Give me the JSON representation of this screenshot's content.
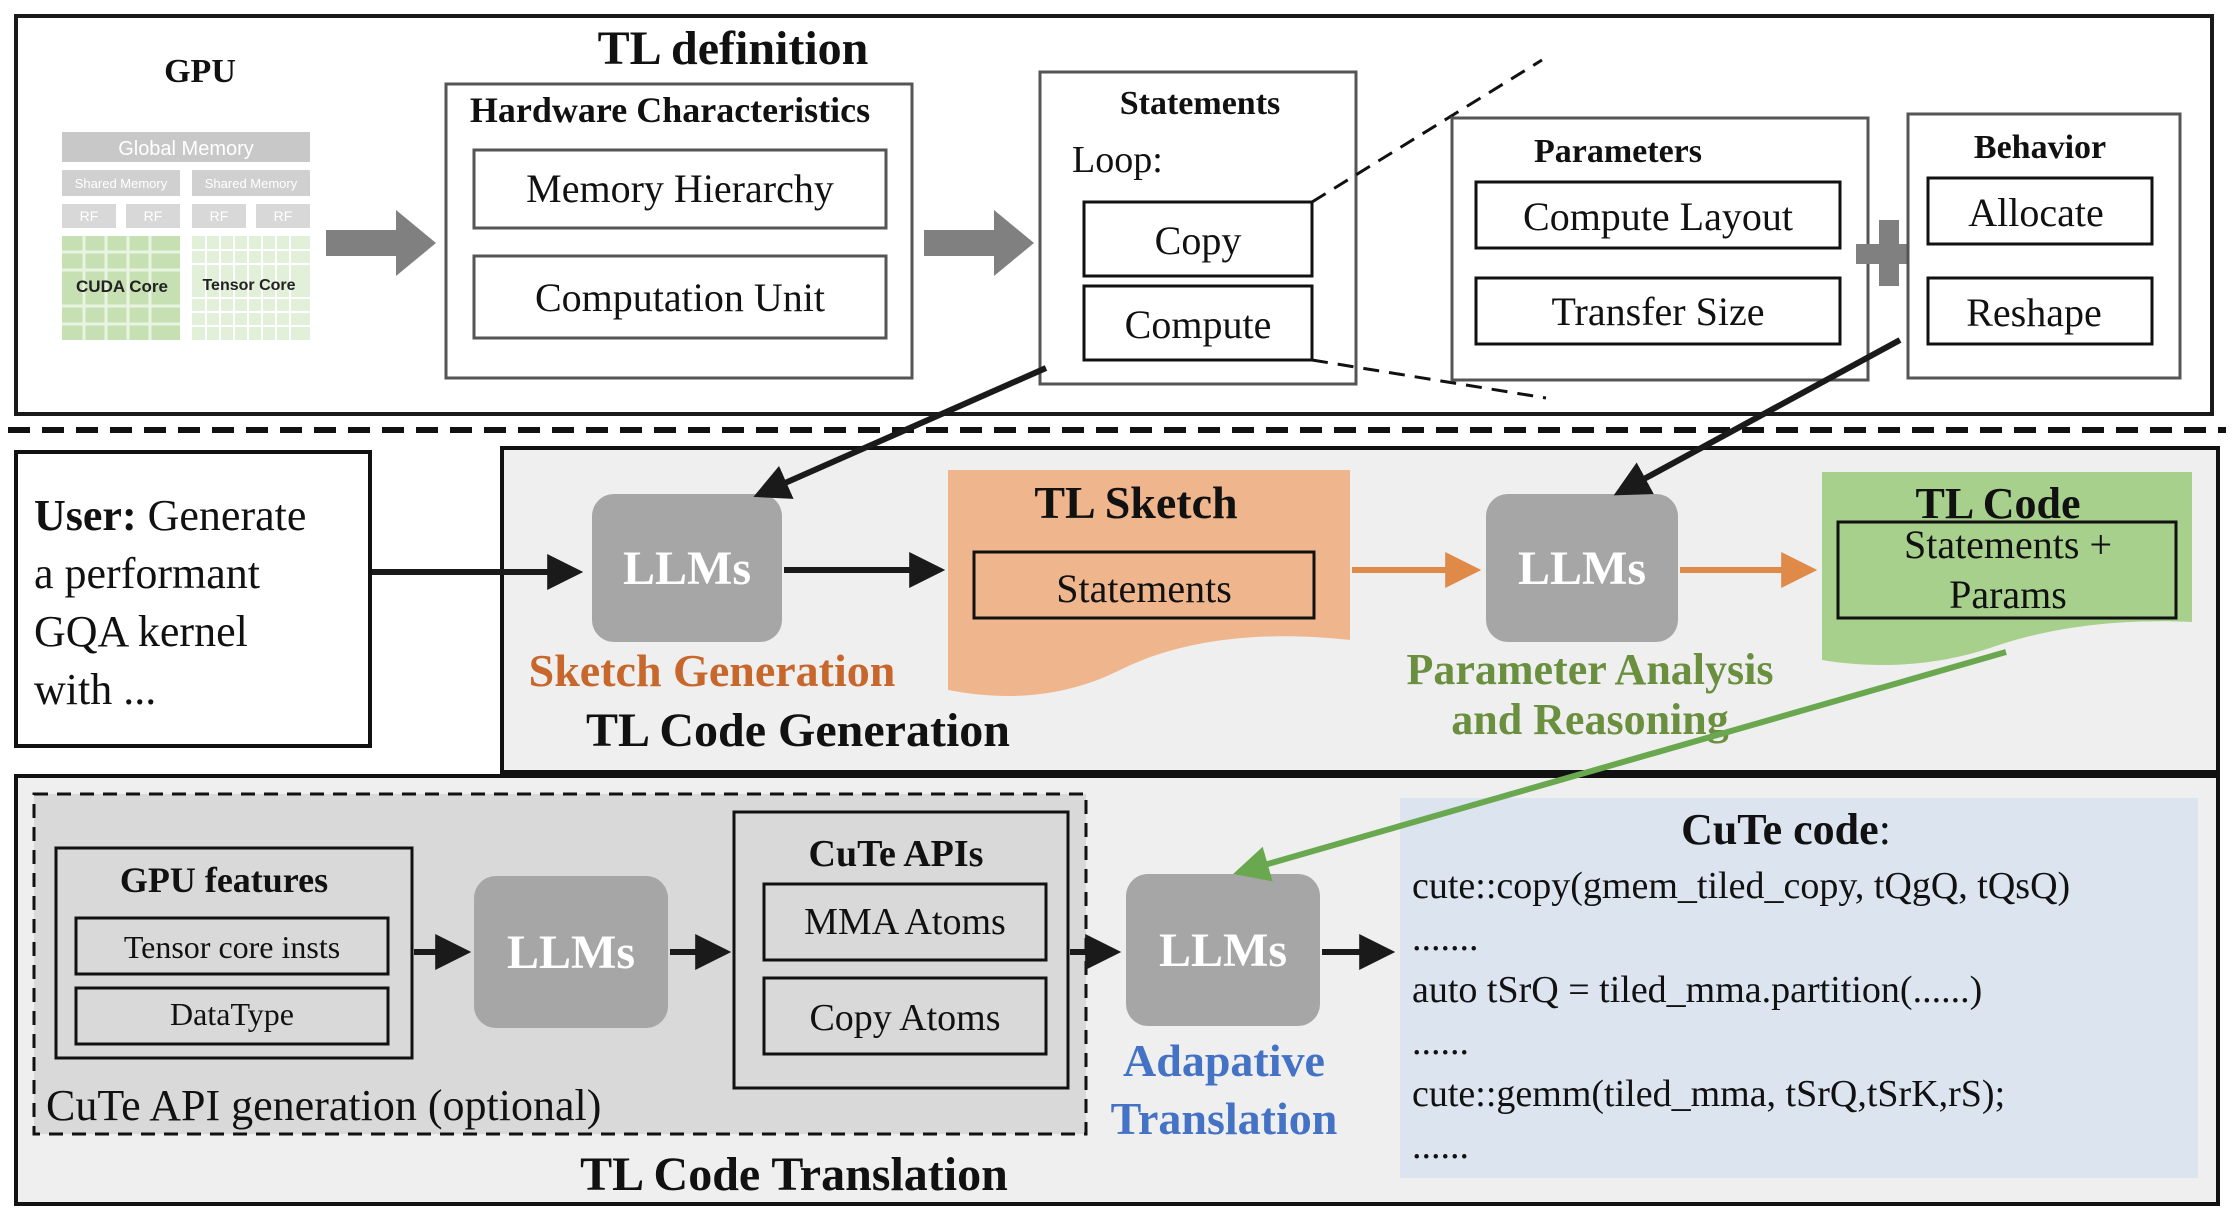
{
  "colors": {
    "line": "#1a1a1a",
    "gray_arrow": "#808080",
    "orange": "#e08a4a",
    "orange_fill": "#efb68e",
    "green": "#6aa84f",
    "green_fill": "#a7d08c",
    "green_text": "#6a8f3f",
    "blue_text": "#4472c4",
    "blue_fill": "#dce4f0",
    "llm_gray": "#a6a6a6",
    "panel_gray": "#efefef",
    "panel_gray_dark": "#d9d9d9",
    "orange_text": "#c8672c"
  },
  "definition": {
    "title": "TL definition",
    "gpu": {
      "title": "GPU",
      "global_memory": "Global Memory",
      "shared_memory": [
        "Shared Memory",
        "Shared Memory"
      ],
      "rf": [
        "RF",
        "RF",
        "RF",
        "RF"
      ],
      "cuda_core": "CUDA Core",
      "tensor_core": "Tensor Core"
    },
    "hardware": {
      "title": "Hardware Characteristics",
      "items": [
        "Memory Hierarchy",
        "Computation Unit"
      ]
    },
    "statements": {
      "title": "Statements",
      "loop": "Loop:",
      "items": [
        "Copy",
        "Compute"
      ]
    },
    "parameters": {
      "title": "Parameters",
      "items": [
        "Compute Layout",
        "Transfer Size"
      ]
    },
    "behavior": {
      "title": "Behavior",
      "items": [
        "Allocate",
        "Reshape"
      ]
    }
  },
  "generation": {
    "user_label": "User:",
    "user_text_1": " Generate",
    "user_text_2": "a performant",
    "user_text_3": "GQA kernel",
    "user_text_4": "with ...",
    "llm1": "LLMs",
    "sketch_generation": "Sketch Generation",
    "section_title": "TL Code Generation",
    "tl_sketch_title": "TL Sketch",
    "tl_sketch_item": "Statements",
    "llm2": "LLMs",
    "param_analysis_1": "Parameter Analysis",
    "param_analysis_2": "and Reasoning",
    "tl_code_title": "TL Code",
    "tl_code_item_1": "Statements +",
    "tl_code_item_2": "Params"
  },
  "translation": {
    "section_title": "TL Code Translation",
    "gpu_features": {
      "title": "GPU features",
      "items": [
        "Tensor core insts",
        "DataType"
      ]
    },
    "llm3": "LLMs",
    "cute_apis": {
      "title": "CuTe APIs",
      "items": [
        "MMA Atoms",
        "Copy Atoms"
      ]
    },
    "api_generation": "CuTe API generation (optional)",
    "llm4": "LLMs",
    "adaptive_1": "Adapative",
    "adaptive_2": "Translation",
    "cute_code": {
      "title": "CuTe code",
      "colon": ":",
      "lines": [
        "cute::copy(gmem_tiled_copy, tQgQ, tQsQ)",
        ".......",
        "auto tSrQ = tiled_mma.partition(......)",
        "......",
        "cute::gemm(tiled_mma, tSrQ,tSrK,rS);",
        "......"
      ]
    }
  }
}
